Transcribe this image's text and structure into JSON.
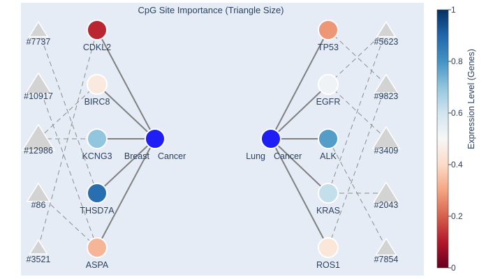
{
  "chart_data": {
    "type": "network",
    "title": "CpG Site Importance (Triangle Size)",
    "colorbar": {
      "title": "Expression Level (Genes)",
      "range": [
        0,
        1
      ],
      "ticks": [
        "0",
        "0.2",
        "0.4",
        "0.6",
        "0.8",
        "1"
      ],
      "colorscale": [
        "#67001f",
        "#b2182b",
        "#d6604d",
        "#f4a582",
        "#fddbc7",
        "#f7f7f7",
        "#d1e5f0",
        "#92c5de",
        "#4393c3",
        "#2166ac",
        "#053061"
      ]
    },
    "cancers": [
      {
        "id": "breast",
        "label_left": "Breast",
        "label_right": "Cancer",
        "color": "#1f1ff5"
      },
      {
        "id": "lung",
        "label_left": "Lung",
        "label_right": "Cancer",
        "color": "#1f1ff5"
      }
    ],
    "genes": [
      {
        "name": "CDKL2",
        "cancer": "breast",
        "expression": 0.12
      },
      {
        "name": "BIRC8",
        "cancer": "breast",
        "expression": 0.45
      },
      {
        "name": "KCNG3",
        "cancer": "breast",
        "expression": 0.7
      },
      {
        "name": "THSD7A",
        "cancer": "breast",
        "expression": 0.88
      },
      {
        "name": "ASPA",
        "cancer": "breast",
        "expression": 0.33
      },
      {
        "name": "TP53",
        "cancer": "lung",
        "expression": 0.28
      },
      {
        "name": "EGFR",
        "cancer": "lung",
        "expression": 0.52
      },
      {
        "name": "ALK",
        "cancer": "lung",
        "expression": 0.78
      },
      {
        "name": "KRAS",
        "cancer": "lung",
        "expression": 0.62
      },
      {
        "name": "ROS1",
        "cancer": "lung",
        "expression": 0.44
      }
    ],
    "cpg_sites": [
      {
        "name": "#7737",
        "side": "left",
        "importance": 0.35
      },
      {
        "name": "#10917",
        "side": "left",
        "importance": 0.7
      },
      {
        "name": "#12986",
        "side": "left",
        "importance": 1.0
      },
      {
        "name": "#86",
        "side": "left",
        "importance": 0.55
      },
      {
        "name": "#3521",
        "side": "left",
        "importance": 0.3
      },
      {
        "name": "#5623",
        "side": "right",
        "importance": 0.35
      },
      {
        "name": "#9823",
        "side": "right",
        "importance": 0.55
      },
      {
        "name": "#3409",
        "side": "right",
        "importance": 0.75
      },
      {
        "name": "#2043",
        "side": "right",
        "importance": 0.65
      },
      {
        "name": "#7854",
        "side": "right",
        "importance": 0.45
      }
    ],
    "cpg_gene_links": [
      [
        "#7737",
        "THSD7A"
      ],
      [
        "#10917",
        "ASPA"
      ],
      [
        "#12986",
        "KCNG3"
      ],
      [
        "#12986",
        "BIRC8"
      ],
      [
        "#86",
        "ASPA"
      ],
      [
        "#3521",
        "CDKL2"
      ],
      [
        "#5623",
        "EGFR"
      ],
      [
        "#5623",
        "KRAS"
      ],
      [
        "#9823",
        "TP53"
      ],
      [
        "#9823",
        "ROS1"
      ],
      [
        "#3409",
        "EGFR"
      ],
      [
        "#2043",
        "KRAS"
      ],
      [
        "#7854",
        "ALK"
      ]
    ]
  }
}
